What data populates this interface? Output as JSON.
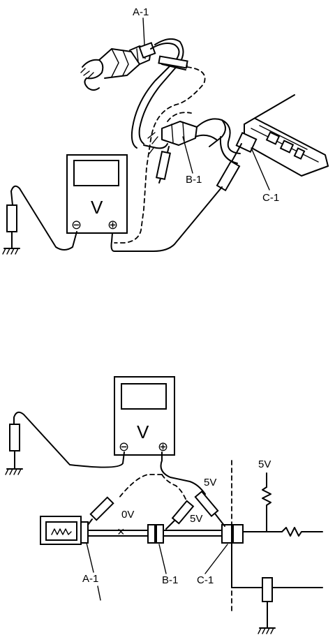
{
  "top_figure": {
    "labels": {
      "a1": "A-1",
      "b1": "B-1",
      "c1": "C-1"
    },
    "meter": {
      "symbol": "V",
      "neg": "⊖",
      "pos": "⊕"
    }
  },
  "bottom_figure": {
    "labels": {
      "a1": "A-1",
      "b1": "B-1",
      "c1": "C-1"
    },
    "meter": {
      "symbol": "V",
      "neg": "⊖",
      "pos": "⊕"
    },
    "readings": {
      "zero": "0V",
      "five_mid": "5V",
      "five_right": "5V",
      "five_supply": "5V"
    },
    "open_circuit_mark": "×"
  }
}
